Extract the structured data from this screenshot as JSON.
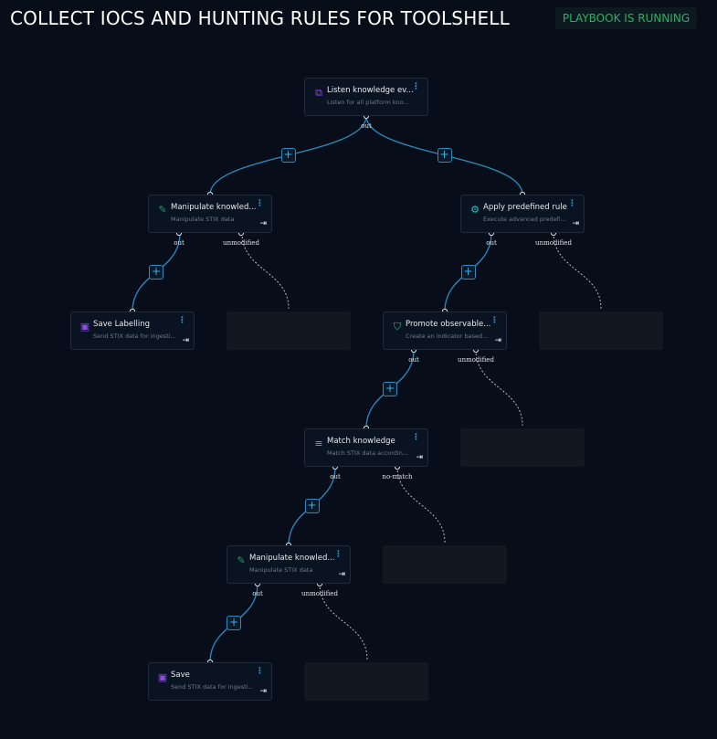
{
  "header": {
    "title": "COLLECT IOCS AND HUNTING RULES FOR TOOLSHELL",
    "status": "PLAYBOOK IS RUNNING"
  },
  "colors": {
    "accent": "#2aa7d8",
    "status": "#2bb164",
    "purple": "#8a4fd8"
  },
  "nodes": [
    {
      "name": "Listen knowledge ev...",
      "desc": "Listen for all platform kno...",
      "icon": "listen-icon",
      "glyph": "⧉",
      "color": "#8a4fd8",
      "ports": [
        "out"
      ]
    },
    {
      "name": "Manipulate knowled...",
      "desc": "Manipulate STIX data",
      "icon": "pencil-icon",
      "glyph": "✎",
      "color": "#1f9d6b",
      "ports": [
        "out",
        "unmodified"
      ]
    },
    {
      "name": "Apply predefined rule",
      "desc": "Execute advanced predefi...",
      "icon": "rule-chip-icon",
      "glyph": "⚙",
      "color": "#1fc1c9",
      "ports": [
        "out",
        "unmodified"
      ]
    },
    {
      "name": "Save Labelling",
      "desc": "Send STIX data for ingesti...",
      "icon": "folder-icon",
      "glyph": "▣",
      "color": "#8a4fd8",
      "ports": []
    },
    {
      "name": "Promote observable...",
      "desc": "Create an indicator based...",
      "icon": "shield-icon",
      "glyph": "⛉",
      "color": "#27c281",
      "ports": [
        "out",
        "unmodified"
      ]
    },
    {
      "name": "Match knowledge",
      "desc": "Match STIX data accordin...",
      "icon": "filter-icon",
      "glyph": "≡",
      "color": "#6cbf3a",
      "ports": [
        "out",
        "no-match"
      ]
    },
    {
      "name": "Manipulate knowled...",
      "desc": "Manipulate STIX data",
      "icon": "pencil-icon",
      "glyph": "✎",
      "color": "#1f9d6b",
      "ports": [
        "out",
        "unmodified"
      ]
    },
    {
      "name": "Save",
      "desc": "Send STIX data for ingesti...",
      "icon": "folder-icon",
      "glyph": "▣",
      "color": "#8a4fd8",
      "ports": []
    }
  ],
  "menu_glyph": "⋮",
  "enter_glyph": "⇥",
  "plus_glyph": "+"
}
